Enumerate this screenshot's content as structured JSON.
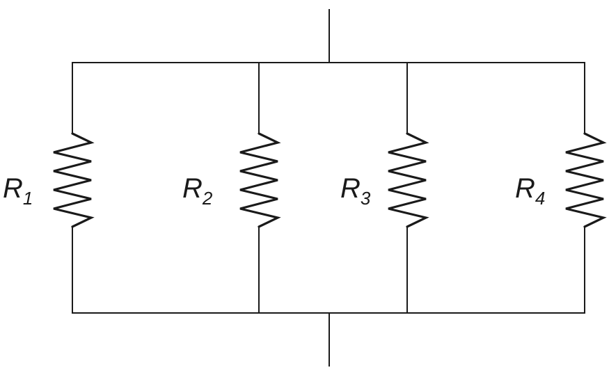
{
  "resistors": [
    {
      "symbol": "R",
      "subscript": "1"
    },
    {
      "symbol": "R",
      "subscript": "2"
    },
    {
      "symbol": "R",
      "subscript": "3"
    },
    {
      "symbol": "R",
      "subscript": "4"
    }
  ]
}
